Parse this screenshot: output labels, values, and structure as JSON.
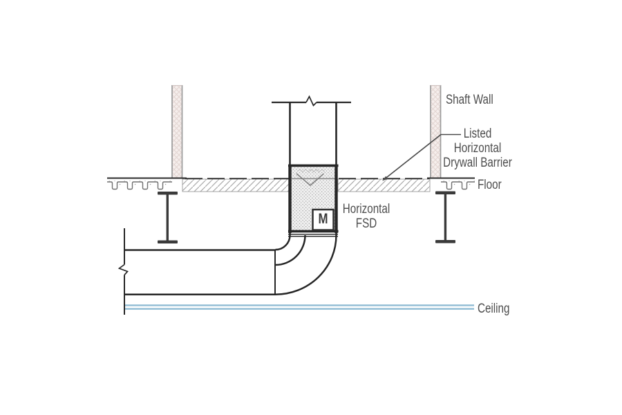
{
  "labels": {
    "shaft_wall": "Shaft Wall",
    "barrier": [
      "Listed",
      "Horizontal",
      "Drywall Barrier"
    ],
    "floor": "Floor",
    "fsd": [
      "Horizontal",
      "FSD"
    ],
    "ceiling": "Ceiling",
    "damper_motor": "M"
  },
  "colors": {
    "linework": "#2a2a2a",
    "secondary_gray": "#8a8a8a",
    "wall_fill": "#f5eeec",
    "wall_hatch": "#e2d4d1",
    "barrier_hatch": "#ababab",
    "ceiling_blue": "#8fbcd4",
    "label_text": "#4d4d4d"
  }
}
